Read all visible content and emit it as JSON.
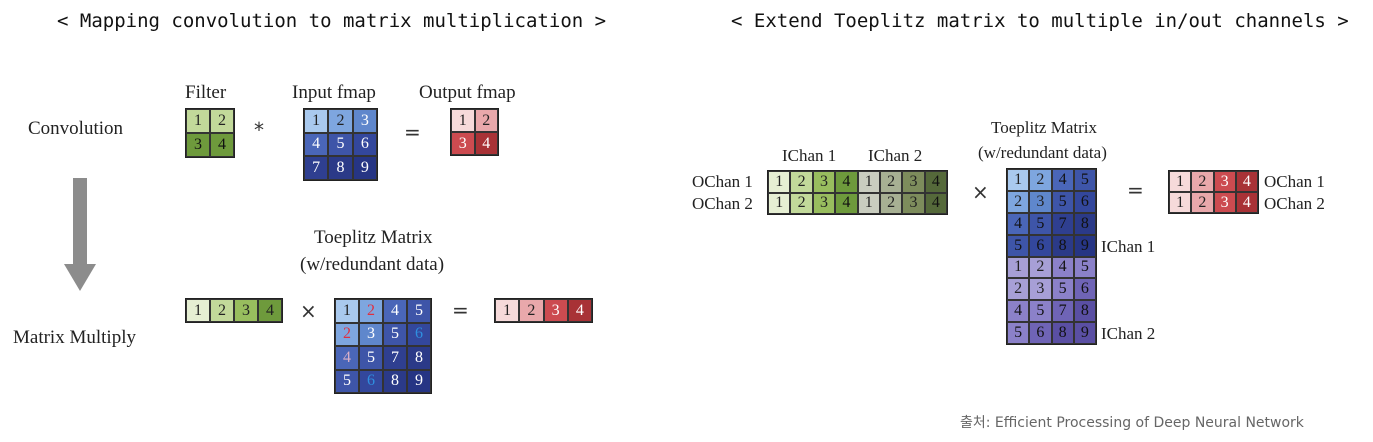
{
  "left_title": "< Mapping convolution to matrix multiplication >",
  "right_title": "< Extend Toeplitz matrix to multiple in/out channels >",
  "source": "출처: Efficient Processing of Deep Neural Network",
  "conv": {
    "row_label": "Convolution",
    "filter_label": "Filter",
    "input_label": "Input fmap",
    "output_label": "Output fmap",
    "op_conv": "*",
    "op_eq": "=",
    "filter": [
      "1",
      "2",
      "3",
      "4"
    ],
    "input": [
      "1",
      "2",
      "3",
      "4",
      "5",
      "6",
      "7",
      "8",
      "9"
    ],
    "output": [
      "1",
      "2",
      "3",
      "4"
    ]
  },
  "mm": {
    "row_label": "Matrix Multiply",
    "toeplitz_label_1": "Toeplitz Matrix",
    "toeplitz_label_2": "(w/redundant data)",
    "op_times": "×",
    "op_eq": "=",
    "filter_row": [
      "1",
      "2",
      "3",
      "4"
    ],
    "toeplitz": [
      [
        "1",
        "2",
        "4",
        "5"
      ],
      [
        "2",
        "3",
        "5",
        "6"
      ],
      [
        "4",
        "5",
        "7",
        "8"
      ],
      [
        "5",
        "6",
        "8",
        "9"
      ]
    ],
    "output_row": [
      "1",
      "2",
      "3",
      "4"
    ]
  },
  "multi": {
    "ichan1_top": "IChan 1",
    "ichan2_top": "IChan 2",
    "ochan1": "OChan 1",
    "ochan2": "OChan 2",
    "toeplitz_label_1": "Toeplitz Matrix",
    "toeplitz_label_2": "(w/redundant data)",
    "op_times": "×",
    "op_eq": "=",
    "filter_rows": [
      [
        "1",
        "2",
        "3",
        "4",
        "1",
        "2",
        "3",
        "4"
      ],
      [
        "1",
        "2",
        "3",
        "4",
        "1",
        "2",
        "3",
        "4"
      ]
    ],
    "toeplitz": [
      [
        "1",
        "2",
        "4",
        "5"
      ],
      [
        "2",
        "3",
        "5",
        "6"
      ],
      [
        "4",
        "5",
        "7",
        "8"
      ],
      [
        "5",
        "6",
        "8",
        "9"
      ],
      [
        "1",
        "2",
        "4",
        "5"
      ],
      [
        "2",
        "3",
        "5",
        "6"
      ],
      [
        "4",
        "5",
        "7",
        "8"
      ],
      [
        "5",
        "6",
        "8",
        "9"
      ]
    ],
    "ichan1_side": "IChan 1",
    "ichan2_side": "IChan 2",
    "output_rows": [
      [
        "1",
        "2",
        "3",
        "4"
      ],
      [
        "1",
        "2",
        "3",
        "4"
      ]
    ],
    "ochan1_out": "OChan 1",
    "ochan2_out": "OChan 2"
  },
  "colors": {
    "green": [
      "#e6efd3",
      "#c2d99a",
      "#98bd5e",
      "#6e9a3c"
    ],
    "gray_green": [
      "#c9cdbf",
      "#a7b093",
      "#7d8c5c",
      "#55693a"
    ],
    "blue": [
      "#a9c9ee",
      "#7ea6df",
      "#5f87cc",
      "#4a66b8",
      "#3e55a8",
      "#33479c",
      "#2f3f90",
      "#2b3a88",
      "#263584"
    ],
    "purple": [
      "#a79fd6",
      "#8b81c9",
      "#6f64b6",
      "#5a4fa3"
    ],
    "red": [
      "#f6dada",
      "#e9a8ab",
      "#cc4b50",
      "#a83236"
    ],
    "arrow": "#8c8c8c"
  }
}
